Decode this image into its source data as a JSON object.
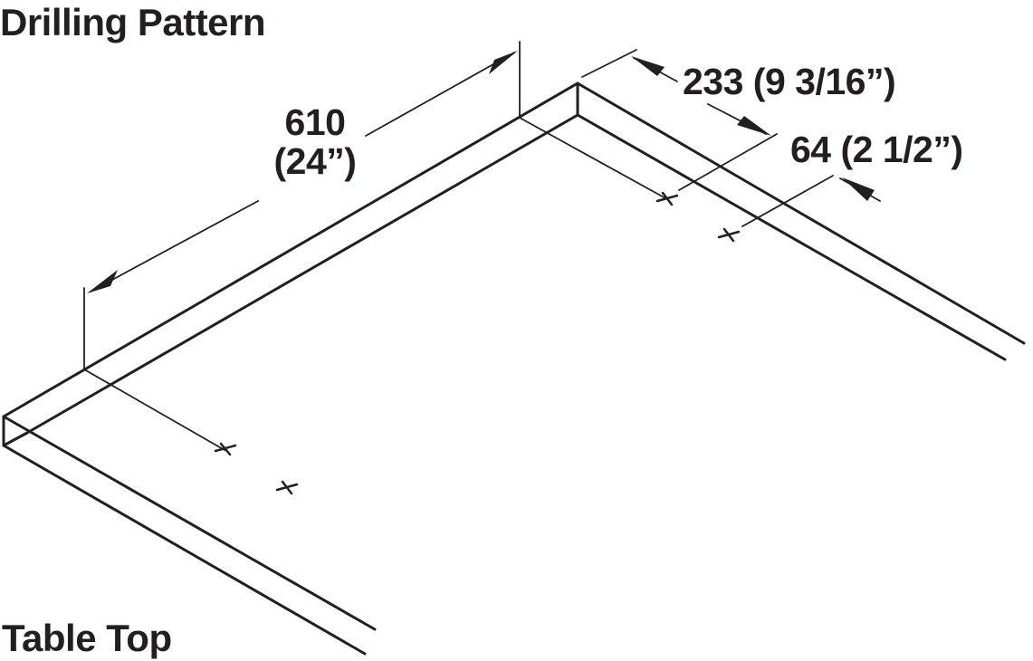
{
  "title": "Drilling Pattern",
  "subtitle": "Table Top",
  "dimensions": {
    "length": {
      "mm": "610",
      "inch": "(24”)"
    },
    "offset_a": {
      "text": "233 (9 3/16”)"
    },
    "offset_b": {
      "text": "64 (2 1/2”)"
    }
  },
  "colors": {
    "line": "#231f20",
    "background": "#ffffff"
  }
}
